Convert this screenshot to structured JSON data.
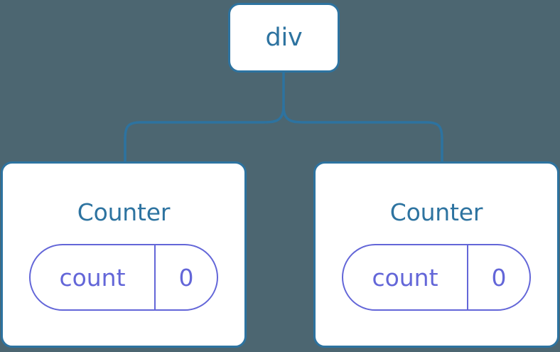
{
  "diagram": {
    "type": "component-tree",
    "background_color": "#4c6671",
    "node_border_color": "#2d73a0",
    "node_label_color": "#2d73a0",
    "node_fill_color": "#ffffff",
    "connector_color": "#2d73a0",
    "state_accent_color": "#6366d8",
    "root": {
      "label": "div"
    },
    "children": [
      {
        "label": "Counter",
        "state": {
          "key": "count",
          "value": "0"
        }
      },
      {
        "label": "Counter",
        "state": {
          "key": "count",
          "value": "0"
        }
      }
    ]
  }
}
